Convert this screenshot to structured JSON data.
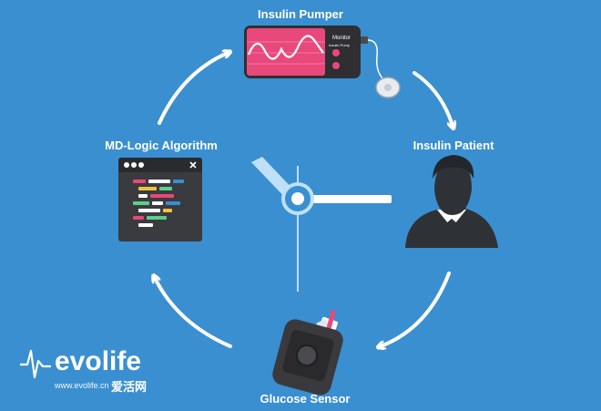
{
  "nodes": {
    "pump": "Insulin Pumper",
    "patient": "Insulin Patient",
    "sensor": "Glucose Sensor",
    "algorithm": "MD-Logic Algorithm"
  },
  "device": {
    "screen_text_line1": "Monitor",
    "screen_text_line2": "Insulin Pump"
  },
  "watermark": {
    "logo": "evolife",
    "url": "www.evolife.cn",
    "cn": "爱活网"
  },
  "colors": {
    "background": "#3a8fd0",
    "pump_screen": "#e8487a",
    "device_dark": "#3a3a3e",
    "clock_ring": "#bfe0f8"
  }
}
